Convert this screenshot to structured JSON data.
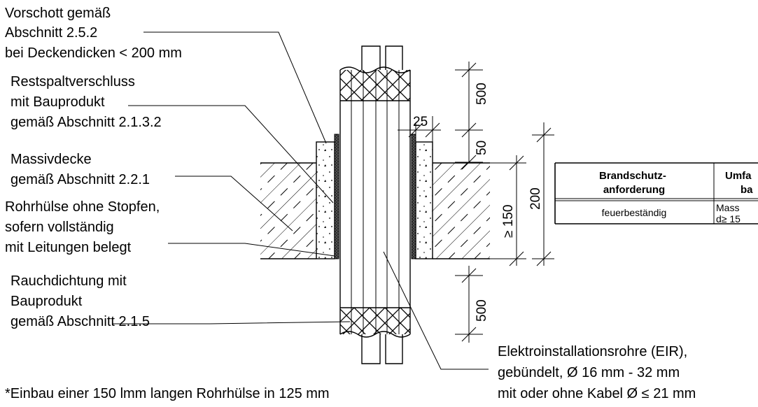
{
  "labels": {
    "vorschott": [
      "Vorschott gemäß",
      "Abschnitt 2.5.2",
      "bei Deckendicken < 200 mm"
    ],
    "restspalt": [
      "Restspaltverschluss",
      "mit Bauprodukt",
      "gemäß Abschnitt 2.1.3.2"
    ],
    "massivdecke": [
      "Massivdecke",
      "gemäß Abschnitt 2.2.1"
    ],
    "rohrhuelse": [
      "Rohrhülse ohne Stopfen,",
      "sofern vollständig",
      "mit Leitungen belegt"
    ],
    "rauchdichtung": [
      "Rauchdichtung mit",
      "Bauprodukt",
      "gemäß Abschnitt 2.1.5"
    ],
    "eir": [
      "Elektroinstallationsrohre (EIR),",
      "gebündelt, Ø 16 mm - 32 mm",
      "mit oder ohne Kabel Ø ≤ 21 mm"
    ],
    "footnote": "*Einbau einer 150 lmm langen Rohrhülse in 125 mm"
  },
  "dimensions": {
    "top_500": "500",
    "top_50": "50",
    "gap_25": "25",
    "thickness_150": "≥ 150",
    "thickness_200": "200",
    "bottom_500": "500"
  },
  "table": {
    "headers": [
      [
        "Brandschutz-",
        "anforderung"
      ],
      [
        "Umfa",
        "ba"
      ]
    ],
    "rows": [
      {
        "requirement": "feuerbeständig",
        "component": [
          "Mass",
          "d≥ 15"
        ]
      }
    ]
  }
}
